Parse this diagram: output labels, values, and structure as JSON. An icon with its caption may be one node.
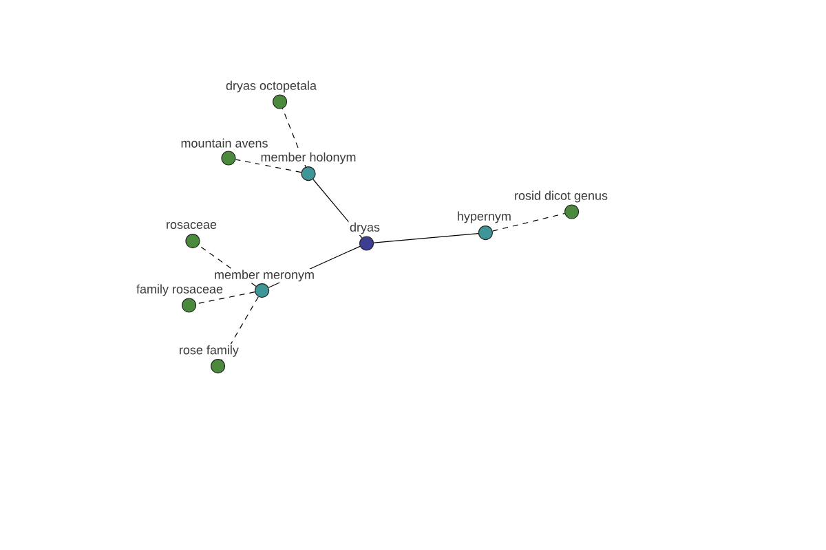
{
  "diagram": {
    "nodes": [
      {
        "text": [
          "dryas octopetala"
        ]
      },
      {
        "text": [
          "mountain avens"
        ]
      },
      {
        "text": [
          "member holonym"
        ]
      },
      {
        "text": [
          "rosid dicot genus"
        ]
      },
      {
        "text": [
          "hypernym"
        ]
      },
      {
        "text": [
          "rosaceae"
        ]
      },
      {
        "text": [
          "dryas"
        ]
      },
      {
        "text": [
          "member meronym"
        ]
      },
      {
        "text": [
          "family rosaceae"
        ]
      },
      {
        "text": [
          "rose family"
        ]
      }
    ],
    "edges": [
      {
        "from": 6,
        "to": 2,
        "arrow": "none"
      },
      {
        "from": 6,
        "to": 4,
        "arrow": "none"
      },
      {
        "from": 6,
        "to": 7,
        "arrow": "none"
      },
      {
        "from": 2,
        "to": 0,
        "arrow": "none",
        "style": "dashed"
      },
      {
        "from": 2,
        "to": 1,
        "arrow": "none",
        "style": "dashed"
      },
      {
        "from": 4,
        "to": 3,
        "arrow": "none",
        "style": "dashed"
      },
      {
        "from": 7,
        "to": 5,
        "arrow": "none",
        "style": "dashed"
      },
      {
        "from": 7,
        "to": 8,
        "arrow": "none",
        "style": "dashed"
      },
      {
        "from": 7,
        "to": 9,
        "arrow": "none",
        "style": "dashed"
      }
    ]
  }
}
